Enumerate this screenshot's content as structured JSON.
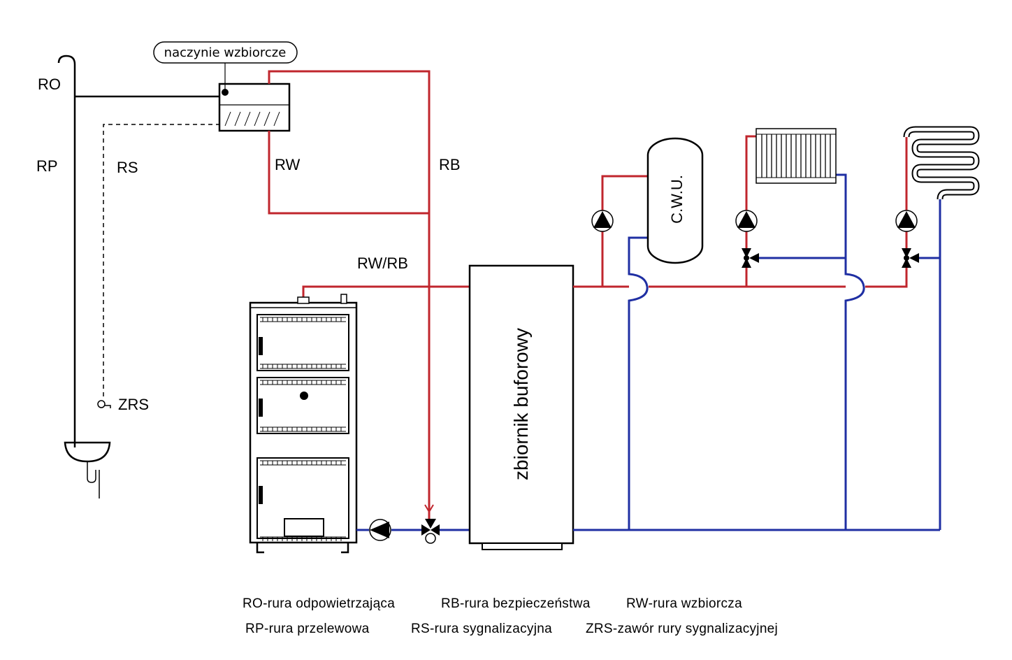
{
  "labels": {
    "ro": "RO",
    "rp": "RP",
    "rs": "RS",
    "zrs": "ZRS",
    "rw": "RW",
    "rb": "RB",
    "rwrb": "RW/RB",
    "expansion_vessel": "naczynie wzbiorcze",
    "buffer_tank": "zbiornik buforowy",
    "dhw_tank": "C.W.U."
  },
  "legend": {
    "line1": [
      "RO-rura odpowietrzająca",
      "RB-rura bezpieczeństwa",
      "RW-rura wzbiorcza"
    ],
    "line2": [
      "RP-rura przelewowa",
      "RS-rura sygnalizacyjna",
      "ZRS-zawór rury sygnalizacyjnej"
    ]
  },
  "colors": {
    "supply": "#c0262d",
    "return": "#1f2fa3",
    "outline": "#000000"
  }
}
